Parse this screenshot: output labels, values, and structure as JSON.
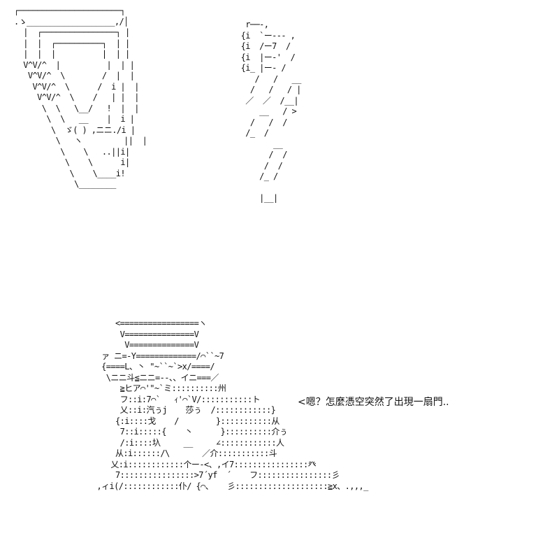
{
  "art": {
    "top_left": "┌──────────────────────┐\n.ゝ___________________,/│\n  |  ┌────────────────┐ |\n  |  |  ┌──────────┐  | |\n  |  |  |          |  | |\n  V^V/^  |          |  | |\n   V^V/^  \\        /  |  |\n    V^V/^  \\      /  i |  |\n     V^V/^  \\    /   | |  |\n      \\  \\   \\__/   !  |  |\n       \\  \\   __    |  i |\n        \\  ゞ( ) ,ニニ./i |\n         \\   ヽ         ||  |\n          \\    \\   ..||i|\n           \\    \\      i|\n            \\    \\____i!\n             \\________",
    "top_right": "  r──-,\n {i  `ー--- ,\n {i  /ー7  /\n {i  |ー-'  /\n {i_ |ー- /\n    /   /   __\n   /   /   / |\n  ／  ／  /__|\n     __   / >\n   /   /  /\n  /_  /\n        __\n       /  /\n      /  /\n     /_ /\n\n     |__|",
    "bottom": "        <=================ヽ\n         V===============V\n          V==============V\n     ァ ニ=-Y=============/⌒``~7\n     {====L、丶 \"~``~`>x/====/\n      \\ニニ斗≦ニニ=--、、イニ===／\n         ≧ヒア⌒'\"~`ミ::::::::::州\n         フ::i:7⌒`   ｨ'⌒`V/:::::::::::ト\n         乂::i:汽ぅj    莎ぅ  /::::::::::::}\n        {:i::::戈    /        }:::::::::::从\n         7::i:::::{    丶      }::::::::::介ぅ\n         /:i::::圦     __     ∠::::::::::::人\n        从:i::::::/\\       ／介:::::::::::斗\n       乂:i::::::::::::个ー-<、,イ7::::::::::::::::癶\n        7::::::::::::::::>7´yf  ´    フ::::::::::::::::彡\n    ,ィi(/::::::::::::仆/ {⌒、   彡::::::::::::::::::::≧x、.,,,_",
    "dialogue": "<嗯？怎麼憑空突然了出現一扇門.."
  }
}
